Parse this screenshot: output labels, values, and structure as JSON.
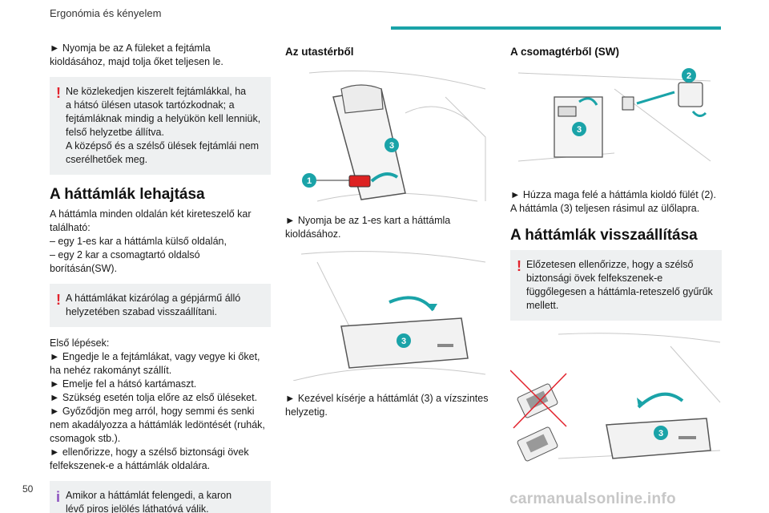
{
  "header": {
    "title": "Ergonómia és kényelem"
  },
  "footer": {
    "page_number": "50",
    "watermark": "carmanualsonline.info"
  },
  "col1": {
    "intro": [
      "► Nyomja be az A füleket a fejtámla",
      "kioldásához, majd tolja őket teljesen le."
    ],
    "warning1": [
      "Ne közlekedjen kiszerelt fejtámlákkal, ha",
      "a hátsó ülésen utasok tartózkodnak; a",
      "fejtámláknak mindig a helyükön kell lenniük,",
      "felső helyzetbe állítva.",
      "A középső és a szélső ülések fejtámlái nem",
      "cserélhetőek meg."
    ],
    "section_title": "A háttámlák lehajtása",
    "desc": [
      "A háttámla minden oldalán két kireteszelő kar",
      "található:",
      "– egy 1-es kar a háttámla külső oldalán,",
      "– egy 2 kar a csomagtartó oldalsó",
      "borításán(SW)."
    ],
    "warning2": [
      "A háttámlákat kizárólag a gépjármű álló",
      "helyzetében szabad visszaállítani."
    ],
    "steps": [
      "Első lépések:",
      "► Engedje le a fejtámlákat, vagy vegye ki őket,",
      "ha nehéz rakományt szállít.",
      "► Emelje fel a hátsó kartámaszt.",
      "► Szükség esetén tolja előre az első üléseket.",
      "► Győződjön meg arról, hogy semmi és senki",
      "nem akadályozza a háttámlák ledöntését (ruhák,",
      "csomagok stb.).",
      "► ellenőrizze, hogy a szélső biztonsági övek",
      "felfekszenek-e a háttámlák oldalára."
    ],
    "info": [
      "Amikor a háttámlát felengedi, a karon",
      "lévő piros jelölés láthatóvá válik."
    ]
  },
  "col2": {
    "title": "Az utastérből",
    "fig1_labels": {
      "one": "1",
      "three": "3"
    },
    "text1": [
      "► Nyomja be az 1-es kart a háttámla",
      "kioldásához."
    ],
    "fig2_labels": {
      "three": "3"
    },
    "text2": [
      "► Kezével kísérje a háttámlát (3) a vízszintes",
      "helyzetig."
    ]
  },
  "col3": {
    "title": "A csomagtérből (SW)",
    "fig_labels": {
      "two": "2",
      "three": "3"
    },
    "text": [
      "► Húzza maga felé a háttámla kioldó fülét (2).",
      "A háttámla (3) teljesen rásimul az ülőlapra."
    ],
    "section_title": "A háttámlák visszaállítása",
    "warning": [
      "Előzetesen ellenőrizze, hogy a szélső",
      "biztonsági övek felfekszenek-e",
      "függőlegesen a háttámla-reteszelő gyűrűk",
      "mellett."
    ],
    "fig2_labels": {
      "three": "3"
    }
  },
  "colors": {
    "accent": "#1aa3a8",
    "warning": "#e2222c",
    "info": "#8b4fbf",
    "note_bg": "#eef0f1"
  },
  "icons": {
    "warning": "exclamation-icon",
    "info": "info-icon"
  }
}
